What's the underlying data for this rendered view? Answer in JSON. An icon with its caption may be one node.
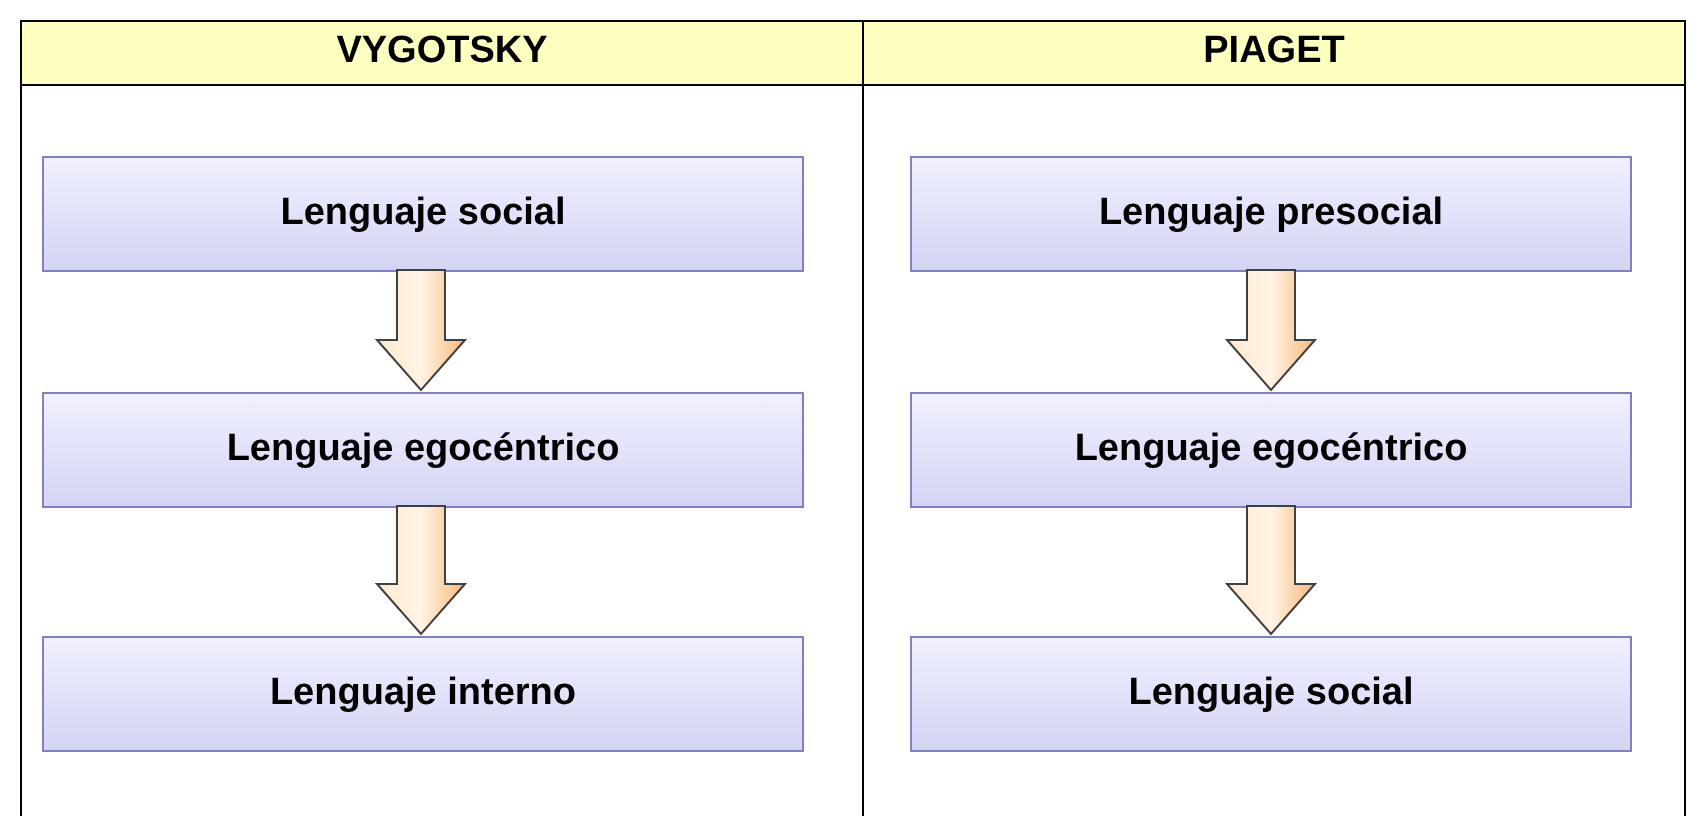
{
  "diagram": {
    "nodes": [
      {
        "text": [
          "VYGOTSKY"
        ]
      },
      {
        "text": [
          "Lenguaje social"
        ],
        "in": 0
      },
      {
        "text": [
          "Lenguaje egocéntrico"
        ],
        "in": 0
      },
      {
        "text": [
          "Lenguaje interno"
        ],
        "in": 0
      },
      {
        "text": [
          "PIAGET"
        ]
      },
      {
        "text": [
          "Lenguaje presocial"
        ],
        "in": 4
      },
      {
        "text": [
          "Lenguaje egocéntrico"
        ],
        "in": 4
      },
      {
        "text": [
          "Lenguaje social"
        ],
        "in": 4
      }
    ],
    "edges": [
      {
        "from": 1,
        "to": 2,
        "arrow": "to"
      },
      {
        "from": 2,
        "to": 3,
        "arrow": "to"
      },
      {
        "from": 5,
        "to": 6,
        "arrow": "to"
      },
      {
        "from": 6,
        "to": 7,
        "arrow": "to"
      }
    ]
  }
}
